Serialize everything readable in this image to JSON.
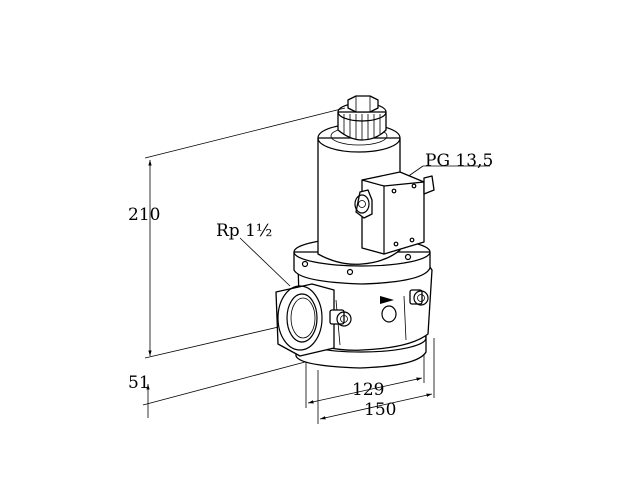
{
  "dimensions": {
    "height": "210",
    "depth": "51",
    "width_inner": "129",
    "width_outer": "150"
  },
  "callouts": {
    "connection": "Rp 1½",
    "cable_gland": "PG 13,5"
  }
}
